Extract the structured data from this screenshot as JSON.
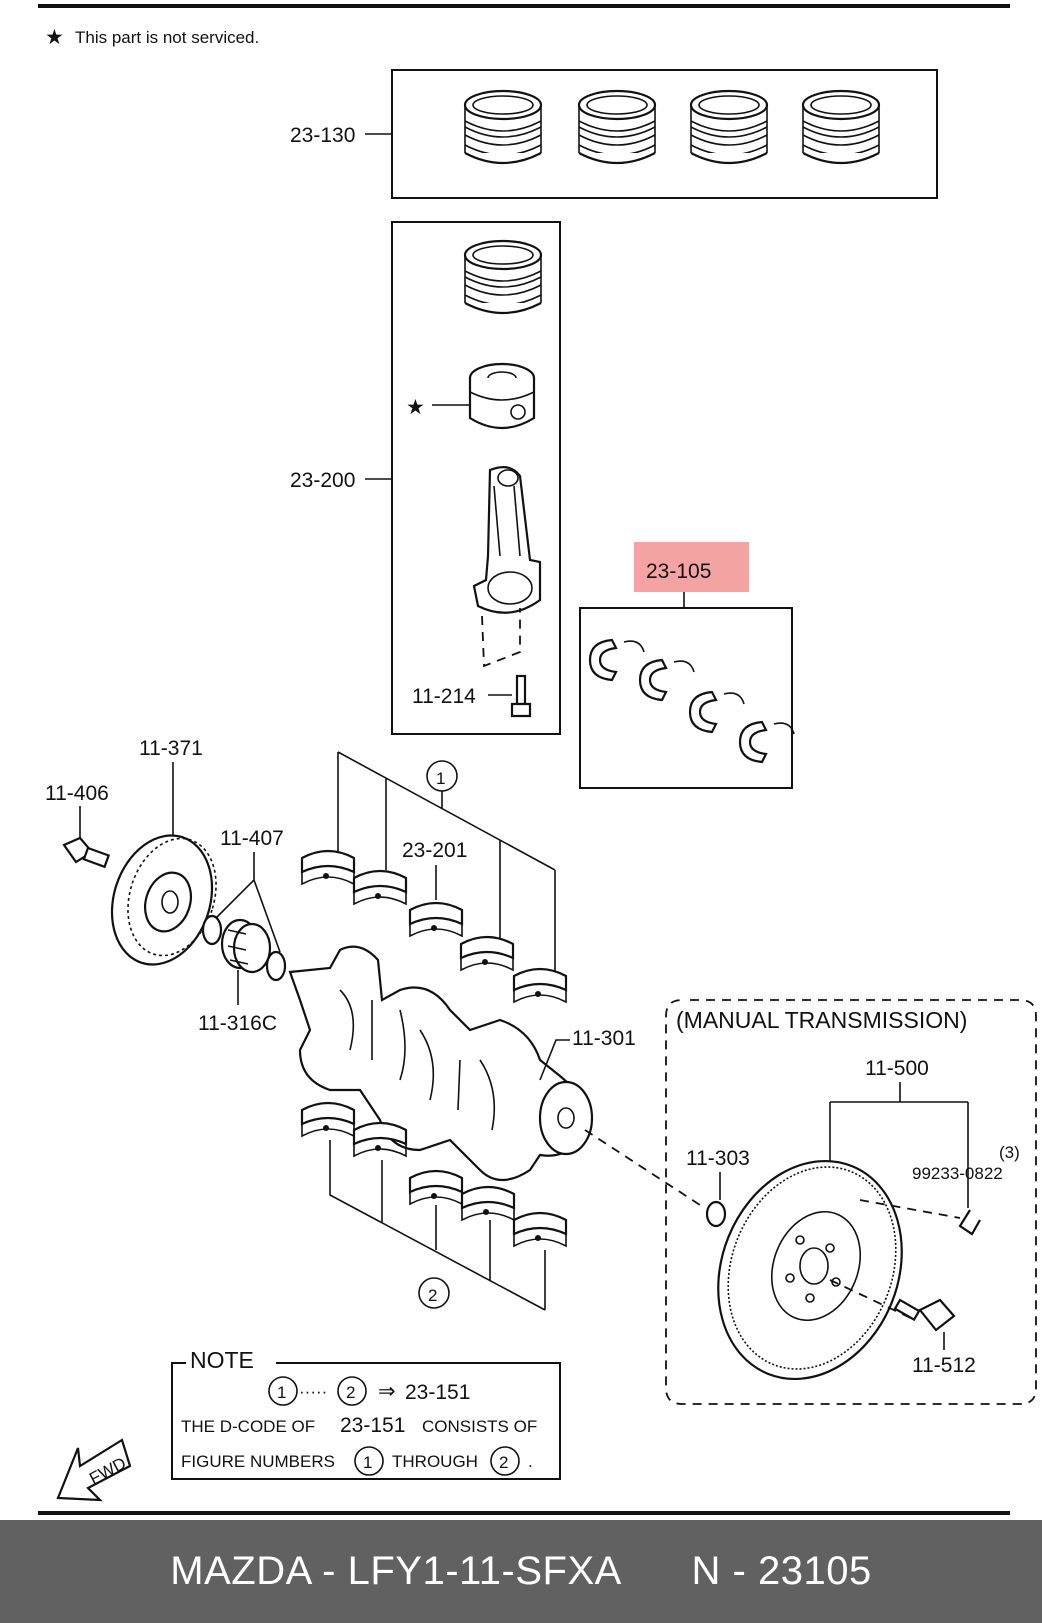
{
  "header_note": "This part is not serviced.",
  "labels": {
    "ring_set": "23-130",
    "piston_assy": "23-200",
    "bolt_rod": "11-214",
    "bearing_set": "23-105",
    "pulley": "11-371",
    "pulley_bolt": "11-406",
    "oring": "11-407",
    "main_bearing": "23-201",
    "sprocket": "11-316C",
    "crankshaft": "11-301",
    "flywheel": "11-500",
    "pilot_bearing": "11-303",
    "dowel_qty": "(3)",
    "dowel": "99233-0822",
    "flywheel_bolt": "11-512"
  },
  "markers": {
    "one": "1",
    "two": "2"
  },
  "manual_transmission": "(MANUAL TRANSMISSION)",
  "note": {
    "title": "NOTE",
    "dots": "·····",
    "arrow": "⇒",
    "code": "23-151",
    "line2_a": "THE D-CODE OF",
    "line2_b": "CONSISTS OF",
    "line3_a": "FIGURE NUMBERS",
    "line3_b": "THROUGH",
    "line3_end": "."
  },
  "fwd_label": "FWD",
  "footer": {
    "brand_part": "MAZDA - LFY1-11-SFXA",
    "ref": "N - 23105"
  },
  "colors": {
    "highlight": "#f4a3a3",
    "footer_bg": "#616161"
  }
}
